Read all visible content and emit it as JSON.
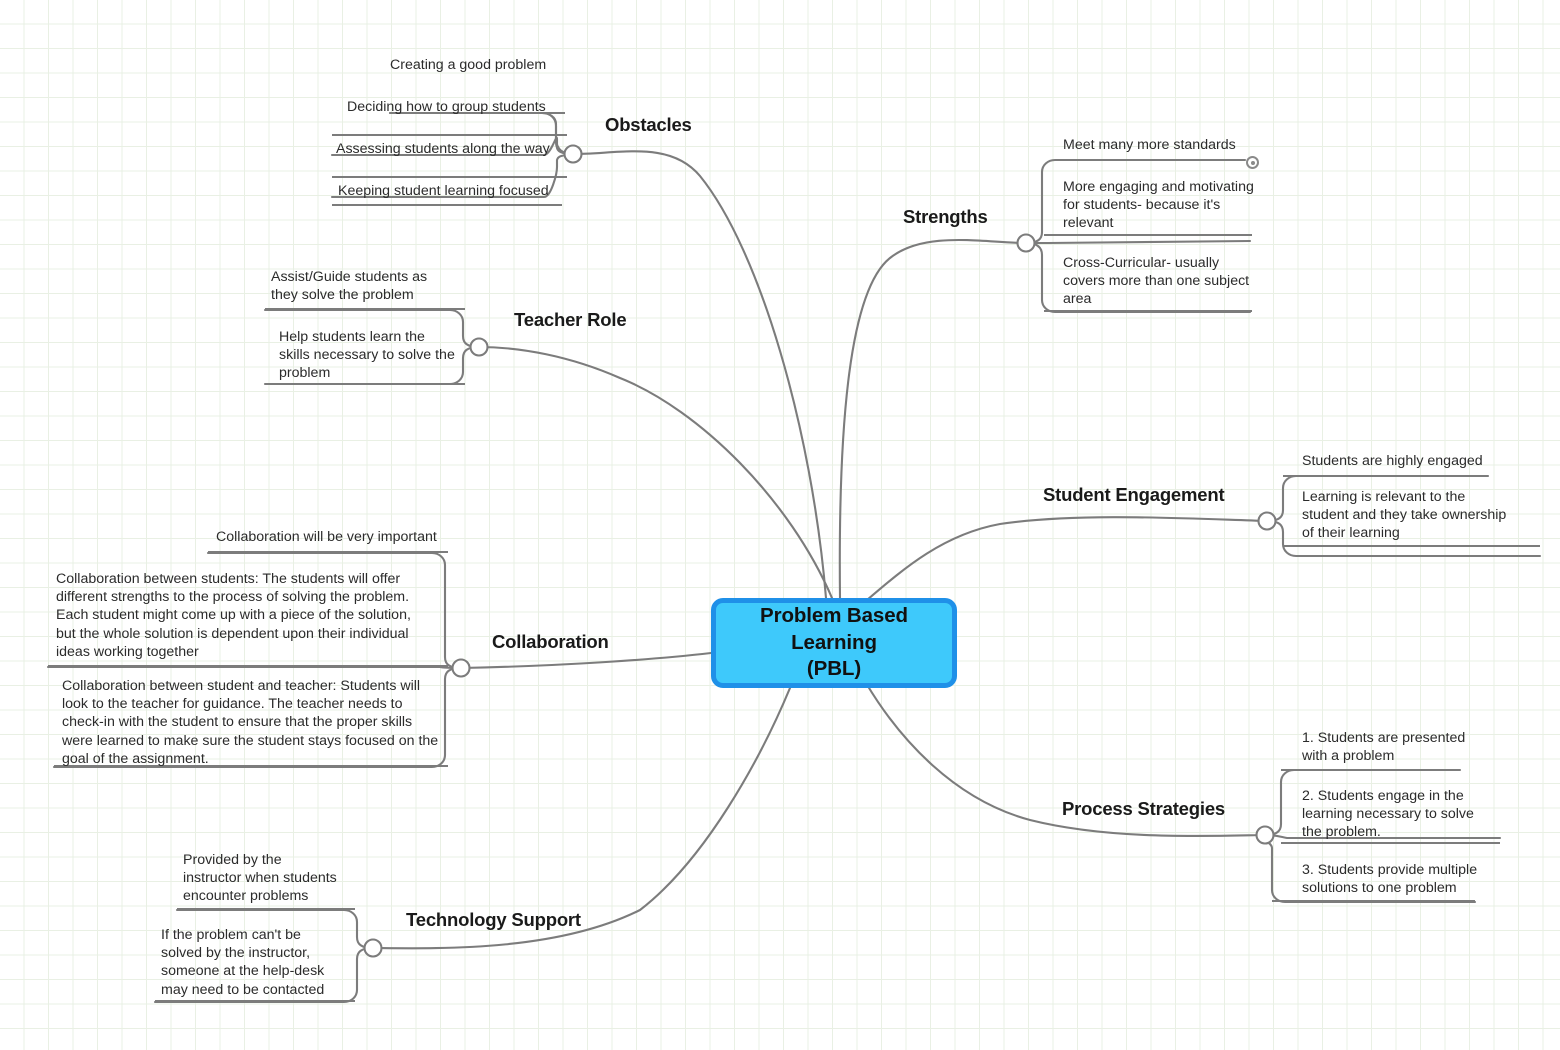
{
  "document": {
    "type": "mind-map",
    "background": "#ffffff",
    "grid_color": "#e9f0e4",
    "line_color": "#7c7c7c"
  },
  "root": {
    "label": "Problem Based Learning\n(PBL)",
    "fill_color": "#3ec9fb",
    "border_color": "#1f90e8",
    "text_color": "#111111"
  },
  "branches": [
    {
      "id": "obstacles",
      "label": "Obstacles",
      "side": "left",
      "children": [
        {
          "text": "Creating a good problem",
          "collapsed_marker": false
        },
        {
          "text": "Deciding how to group students",
          "collapsed_marker": false
        },
        {
          "text": "Assessing students along the way",
          "collapsed_marker": false
        },
        {
          "text": "Keeping student learning focused",
          "collapsed_marker": false
        }
      ]
    },
    {
      "id": "strengths",
      "label": "Strengths",
      "side": "right",
      "children": [
        {
          "text": "Meet many more standards",
          "collapsed_marker": true
        },
        {
          "text": "More engaging and motivating for students- because it's relevant",
          "collapsed_marker": false
        },
        {
          "text": "Cross-Curricular- usually covers more than one subject area",
          "collapsed_marker": false
        }
      ]
    },
    {
      "id": "teacher-role",
      "label": "Teacher Role",
      "side": "left",
      "children": [
        {
          "text": "Assist/Guide students as they solve the problem",
          "collapsed_marker": false
        },
        {
          "text": "Help students learn the skills necessary to solve the problem",
          "collapsed_marker": false
        }
      ]
    },
    {
      "id": "student-engagement",
      "label": "Student Engagement",
      "side": "right",
      "children": [
        {
          "text": "Students are highly engaged",
          "collapsed_marker": false
        },
        {
          "text": "Learning is relevant to the student and they take ownership of their learning",
          "collapsed_marker": false
        }
      ]
    },
    {
      "id": "collaboration",
      "label": "Collaboration",
      "side": "left",
      "children": [
        {
          "text": "Collaboration will be very important",
          "collapsed_marker": false
        },
        {
          "text": "Collaboration between students: The students will offer different strengths to the process of solving the problem. Each student might come up with a piece of the solution, but the whole solution is dependent upon their individual ideas working together",
          "collapsed_marker": false
        },
        {
          "text": "Collaboration between student and teacher: Students will look to the teacher for guidance. The teacher needs to check-in with the student to ensure that the proper skills were learned to make sure the student stays focused on the goal of the assignment.",
          "collapsed_marker": false
        }
      ]
    },
    {
      "id": "process-strategies",
      "label": "Process Strategies",
      "side": "right",
      "children": [
        {
          "text": "1. Students are presented with a problem",
          "collapsed_marker": false
        },
        {
          "text": "2. Students engage in the learning necessary to solve the problem.",
          "collapsed_marker": false
        },
        {
          "text": "3. Students provide multiple solutions to one problem",
          "collapsed_marker": false
        }
      ]
    },
    {
      "id": "technology-support",
      "label": "Technology Support",
      "side": "left",
      "children": [
        {
          "text": "Provided by the instructor when students encounter problems",
          "collapsed_marker": false
        },
        {
          "text": "If the problem can't be solved by the instructor, someone at the help-desk may need to be contacted",
          "collapsed_marker": false
        }
      ]
    }
  ]
}
